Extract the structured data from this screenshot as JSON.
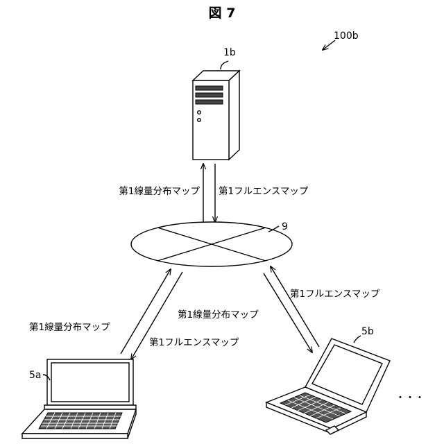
{
  "figure": {
    "title": "図 7",
    "system_ref": "100b"
  },
  "server": {
    "ref": "1b"
  },
  "network": {
    "ref": "9"
  },
  "terminals": [
    {
      "ref": "5a"
    },
    {
      "ref": "5b"
    }
  ],
  "ellipsis": "・・・",
  "links": {
    "server_left_label": "第1線量分布マップ",
    "server_right_label": "第1フルエンスマップ",
    "terminal_a_upper_label": "第1線量分布マップ",
    "terminal_a_lower_label": "第1フルエンスマップ",
    "terminal_b_upper_label": "第1フルエンスマップ",
    "terminal_b_lower_label": "第1線量分布マップ"
  }
}
